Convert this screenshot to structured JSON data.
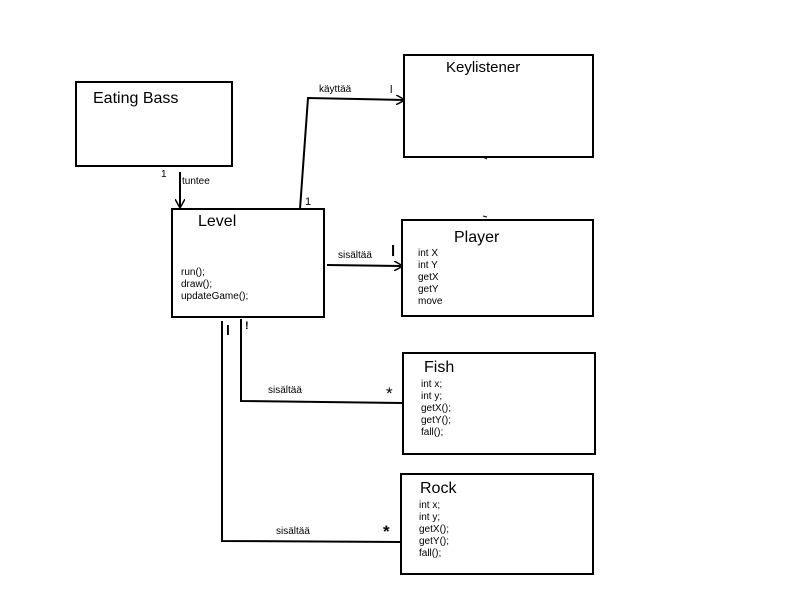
{
  "classes": {
    "eating_bass": {
      "name": "Eating Bass"
    },
    "keylistener": {
      "name": "Keylistener"
    },
    "level": {
      "name": "Level",
      "members": [
        "run();",
        "draw();",
        "updateGame();"
      ]
    },
    "player": {
      "name": "Player",
      "members": [
        "int X",
        "int Y",
        "getX",
        "getY",
        "move"
      ]
    },
    "fish": {
      "name": "Fish",
      "members": [
        "int x;",
        "int y;",
        "getX();",
        "getY();",
        "fall();"
      ]
    },
    "rock": {
      "name": "Rock",
      "members": [
        "int x;",
        "int y;",
        "getX();",
        "getY();",
        "fall();"
      ]
    }
  },
  "edges": {
    "bass_level": {
      "label": "tuntee",
      "mult_source": "1"
    },
    "level_keylistener": {
      "label": "käyttää",
      "mult_source": "1",
      "mult_target": "l"
    },
    "level_player": {
      "label": "sisältää",
      "mult_target": "l"
    },
    "level_fish": {
      "label": "sisältää",
      "mult_source": "!",
      "mult_target": "*"
    },
    "level_rock": {
      "label": "sisältää",
      "mult_source": "l",
      "mult_target": "*"
    }
  }
}
